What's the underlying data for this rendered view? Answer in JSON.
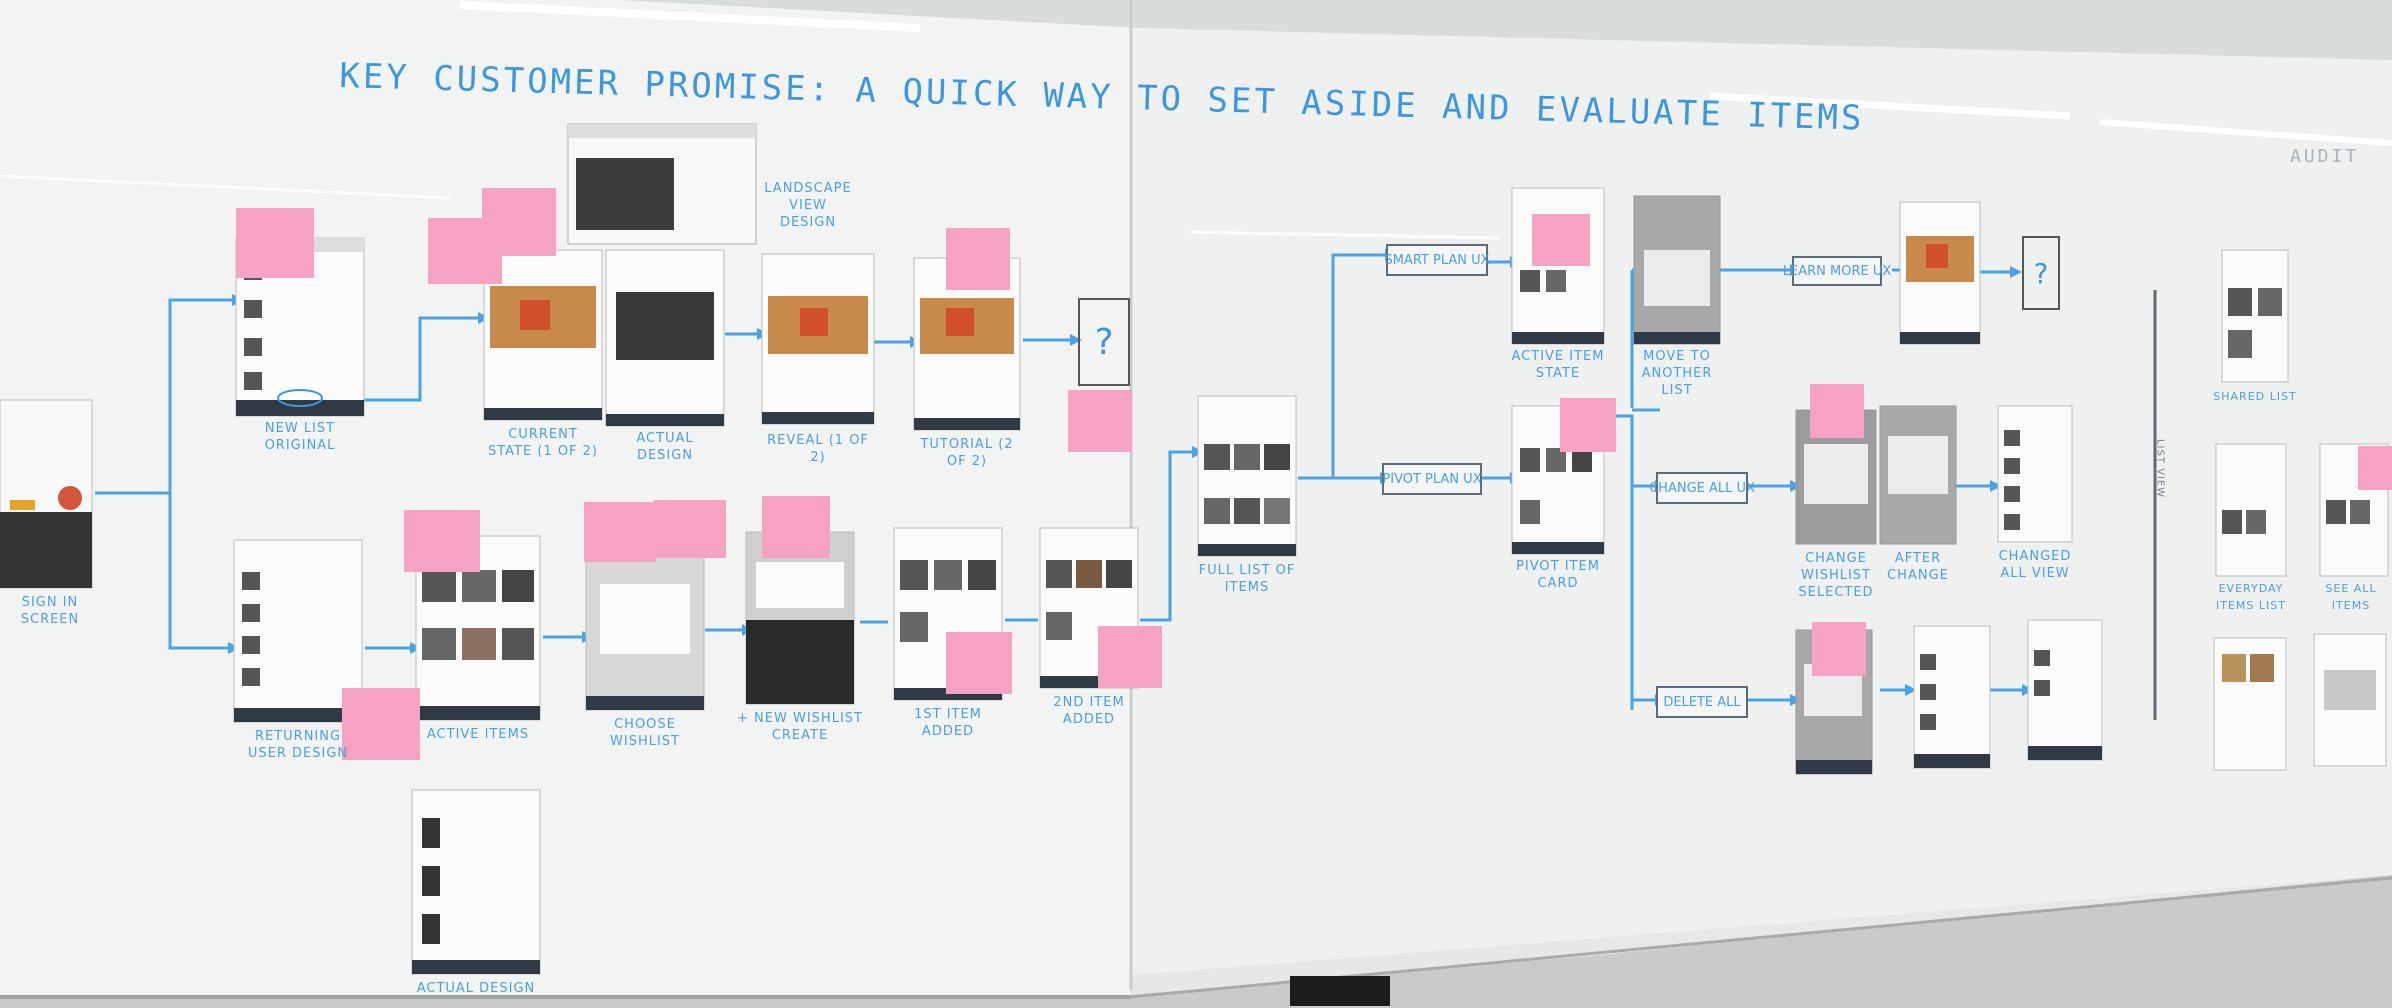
{
  "board": {
    "title": "KEY CUSTOMER PROMISE: A QUICK WAY TO SET ASIDE AND EVALUATE ITEMS",
    "corner_text": "AUDIT",
    "question_mark": "?",
    "boxes": {
      "smart_plan_ux": "SMART PLAN UX",
      "pivot_plan_ux": "PIVOT PLAN UX",
      "learn_more_ux": "LEARN MORE UX",
      "change_all_ux": "CHANGE ALL UX",
      "delete_all": "DELETE ALL"
    },
    "labels": {
      "wishlist_original": "NEW LIST ORIGINAL",
      "current_state": "CURRENT STATE (1 OF 2)",
      "actual_design": "ACTUAL DESIGN",
      "landscape": "LANDSCAPE VIEW DESIGN",
      "reveal": "REVEAL (1 OF 2)",
      "tutorial": "TUTORIAL (2 OF 2)",
      "signin": "SIGN IN SCREEN",
      "returning_user": "RETURNING USER DESIGN",
      "active_items": "ACTIVE ITEMS",
      "choose_wishlist": "CHOOSE WISHLIST",
      "new_wishlist": "+ NEW WISHLIST CREATE",
      "first_item": "1ST ITEM ADDED",
      "second_item": "2ND ITEM ADDED",
      "full_list": "FULL LIST OF ITEMS",
      "active_item_state": "ACTIVE ITEM STATE",
      "move_to_another": "MOVE TO ANOTHER LIST",
      "pivot_item_card": "PIVOT ITEM CARD",
      "change_wishlist": "CHANGE WISHLIST SELECTED",
      "after_change": "AFTER CHANGE",
      "changed_all": "CHANGED ALL VIEW",
      "actual_design_bottom": "ACTUAL DESIGN",
      "side_label": "LIST VIEW",
      "r_label1": "SHARED LIST",
      "r_label2": "EVERYDAY ITEMS LIST",
      "r_label3": "SEE ALL ITEMS"
    }
  }
}
